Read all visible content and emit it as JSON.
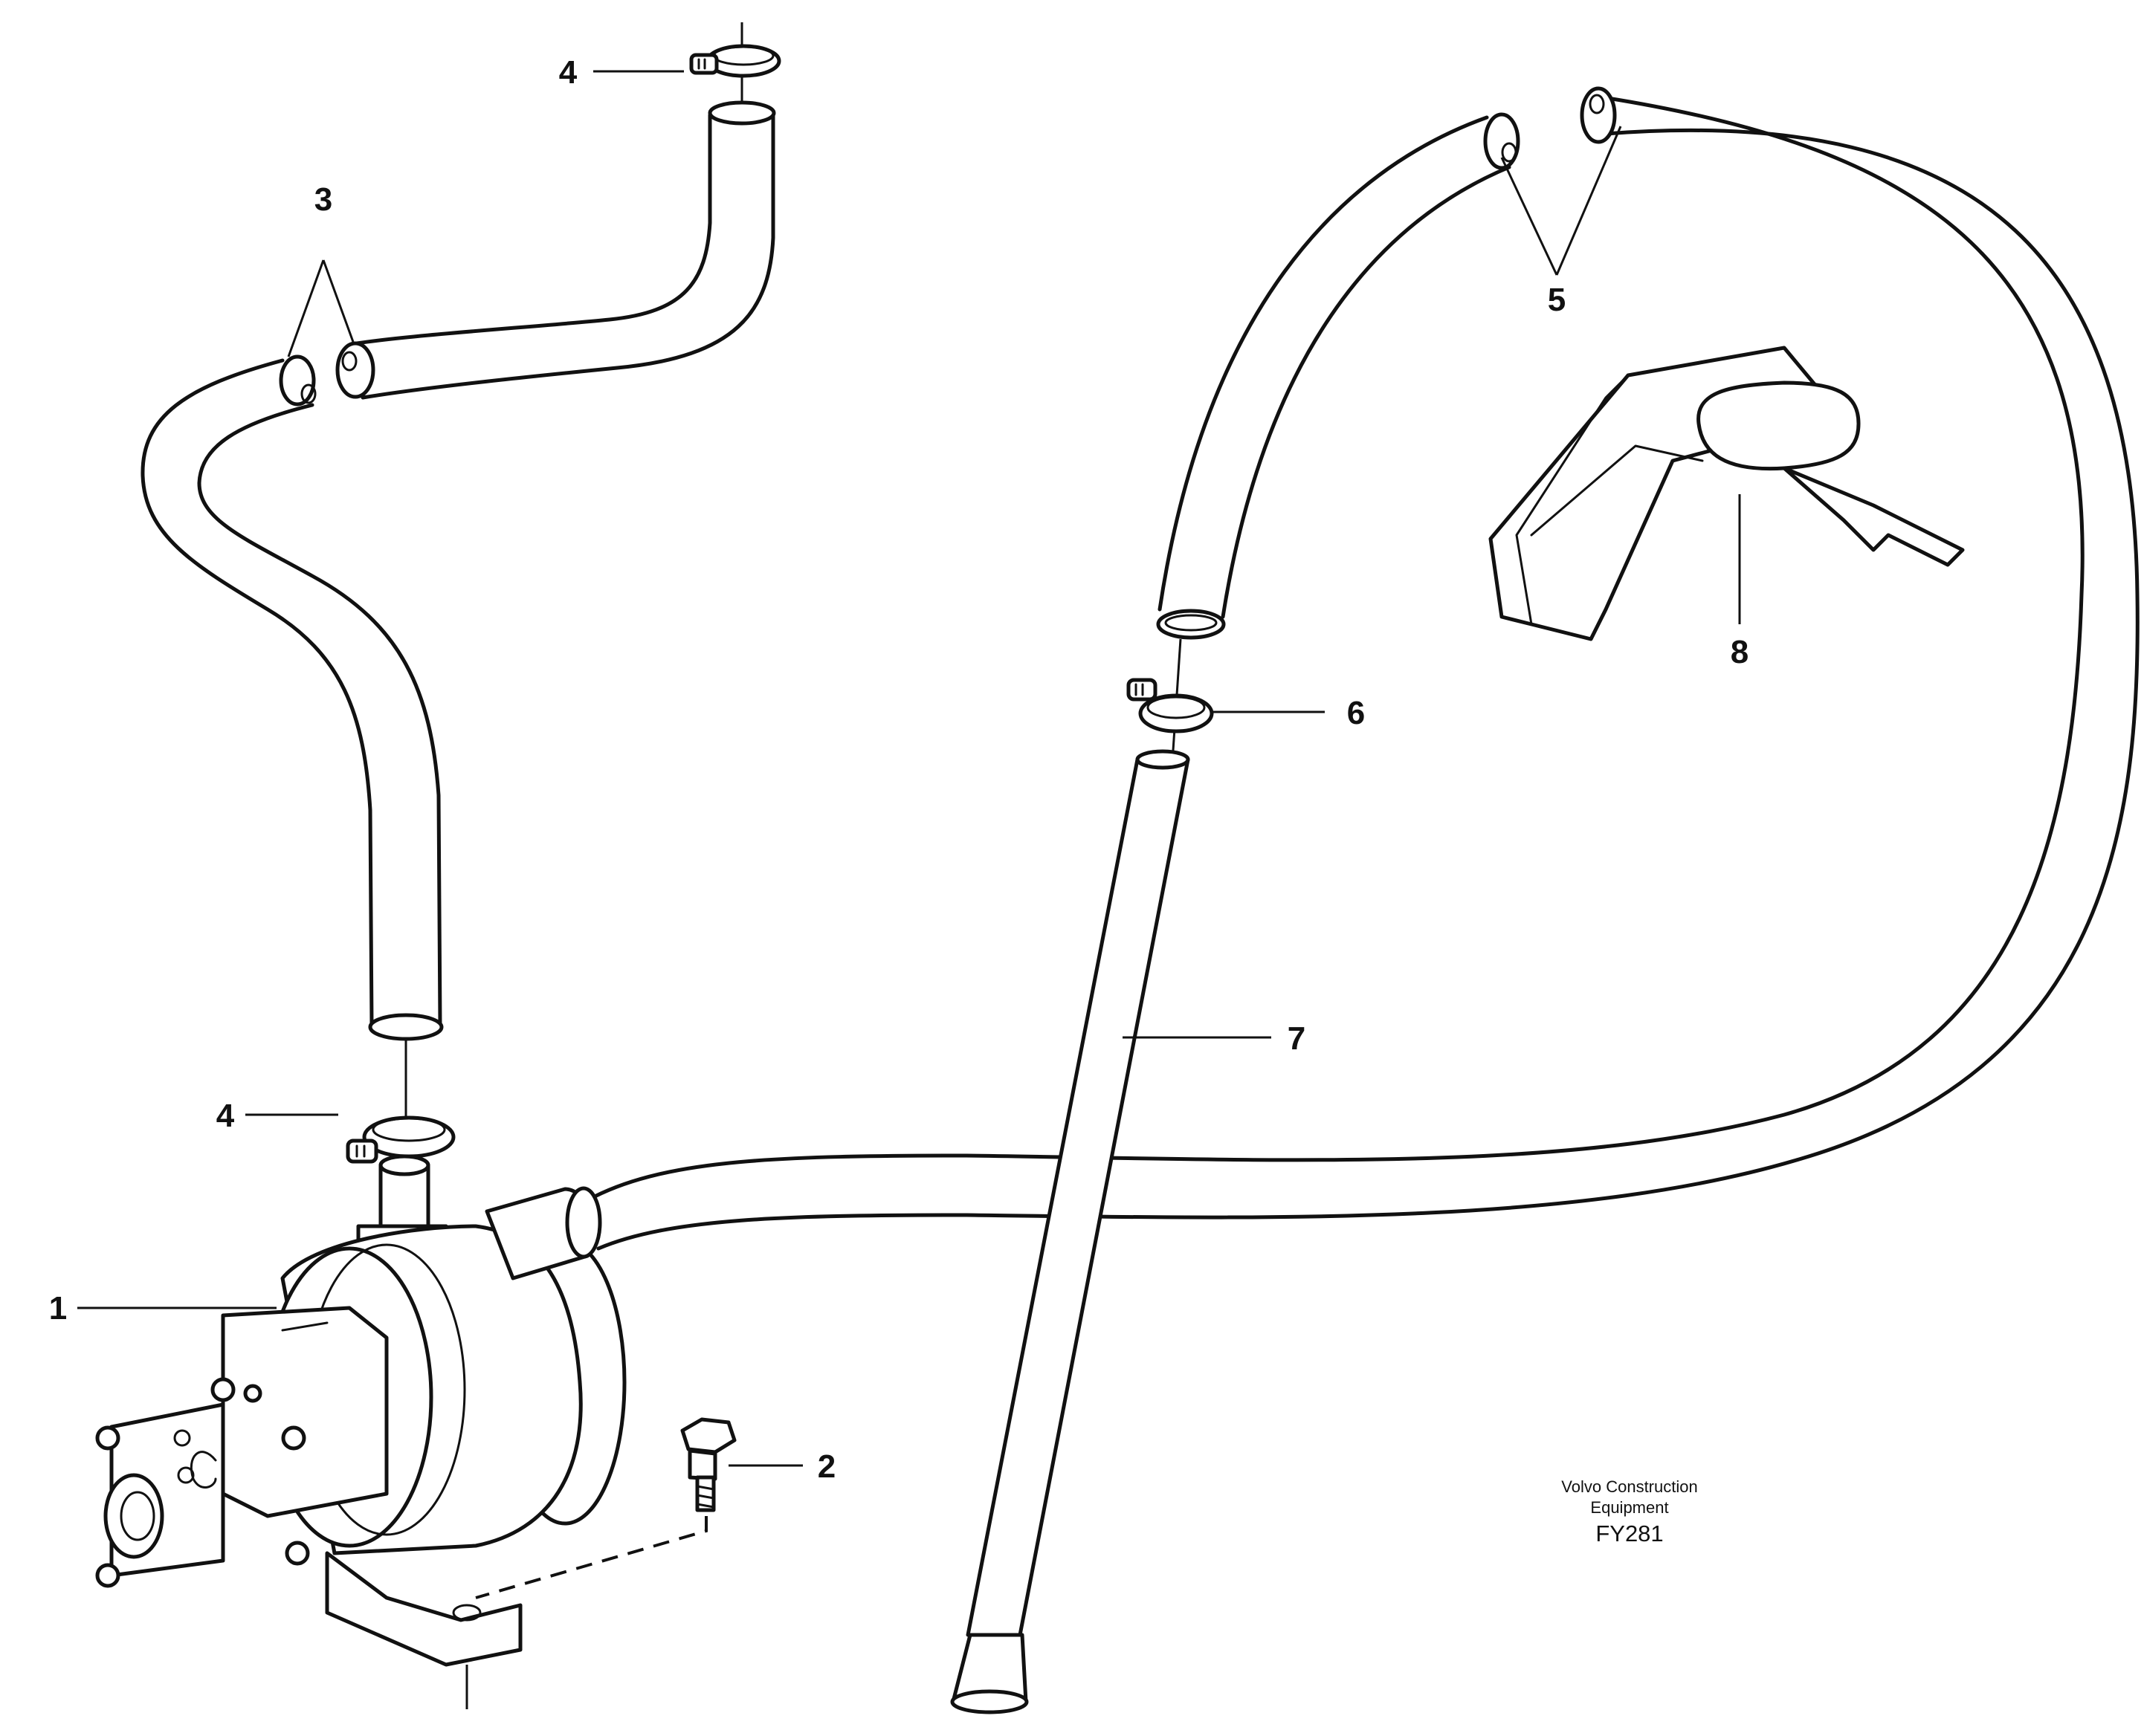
{
  "callouts": [
    {
      "id": "1",
      "label": "1"
    },
    {
      "id": "2",
      "label": "2"
    },
    {
      "id": "3",
      "label": "3"
    },
    {
      "id": "4a",
      "label": "4"
    },
    {
      "id": "4b",
      "label": "4"
    },
    {
      "id": "5",
      "label": "5"
    },
    {
      "id": "6",
      "label": "6"
    },
    {
      "id": "7",
      "label": "7"
    },
    {
      "id": "8",
      "label": "8"
    }
  ],
  "credit": {
    "line1": "Volvo Construction",
    "line2": "Equipment",
    "code": "FY281"
  }
}
